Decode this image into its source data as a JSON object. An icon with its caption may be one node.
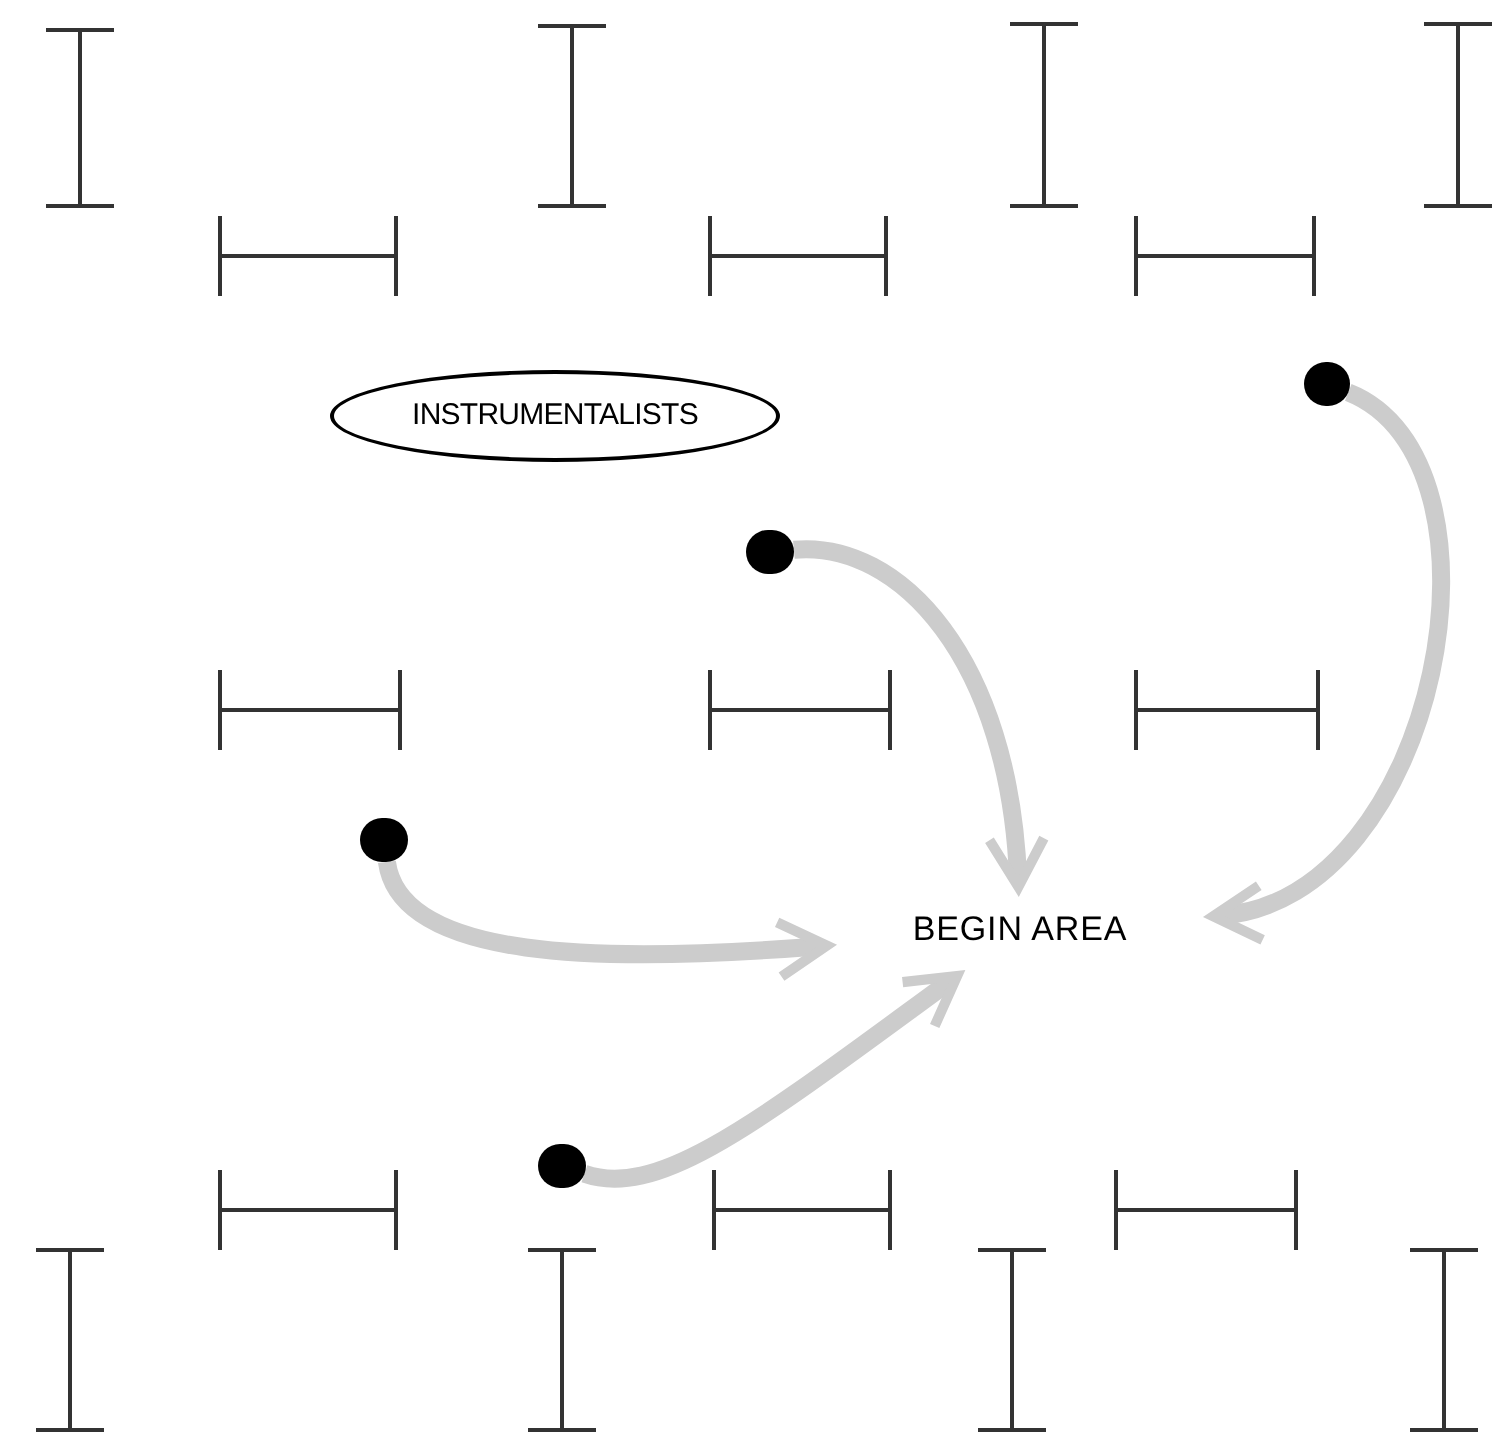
{
  "diagram": {
    "nodes": [
      {
        "text": [
          "INSTRUMENTALISTS"
        ]
      },
      {
        "text": [],
        "shape": "circle"
      },
      {
        "text": [],
        "shape": "circle"
      },
      {
        "text": [],
        "shape": "circle"
      },
      {
        "text": [
          "BEGIN AREA"
        ]
      },
      {
        "text": [],
        "shape": "circle"
      }
    ],
    "edges": [
      {
        "from": 1,
        "to": 4,
        "arrow": "to"
      },
      {
        "from": 2,
        "to": 4,
        "arrow": "to"
      },
      {
        "from": 3,
        "to": 4,
        "arrow": "to"
      },
      {
        "from": 5,
        "to": 4,
        "arrow": "to"
      }
    ]
  }
}
